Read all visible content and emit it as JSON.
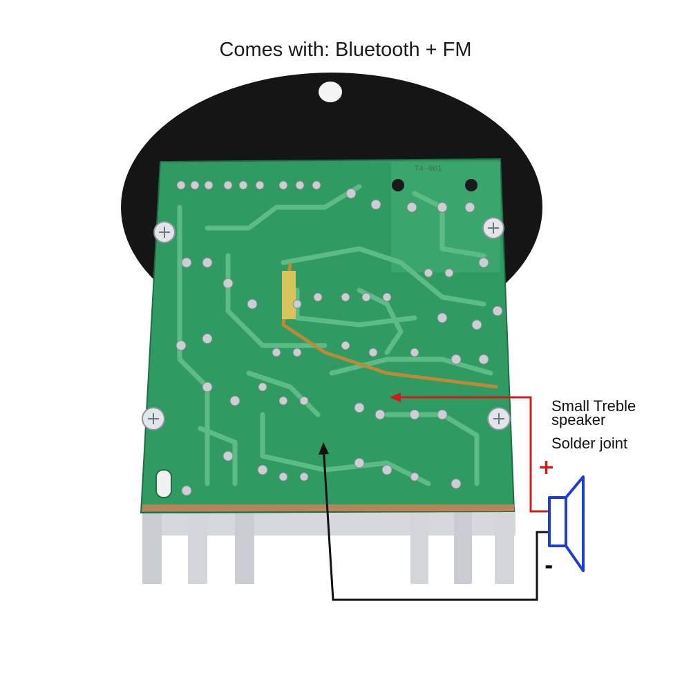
{
  "caption": "Comes with: Bluetooth + FM",
  "annotations": {
    "line1": "Small Treble",
    "line2": "speaker",
    "line3": "Solder joint",
    "plus": "+",
    "minus": "-"
  },
  "board_marking": "T4-001",
  "colors": {
    "positive_wire": "#d11a1a",
    "negative_wire": "#111111",
    "speaker": "#1a3fd6",
    "pcb": "#2f9a62",
    "trace": "#5dbb85",
    "heatsink": "#cfd3d6",
    "plate": "#151515"
  },
  "icons": {
    "speaker": "speaker-icon"
  }
}
